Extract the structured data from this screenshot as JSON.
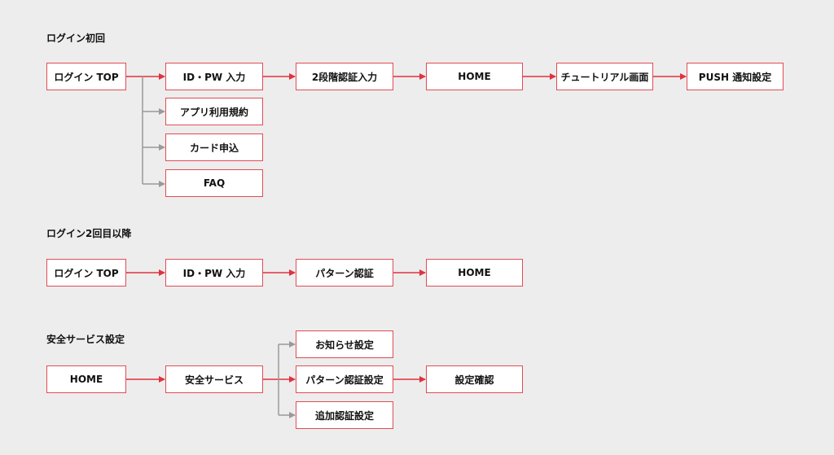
{
  "colors": {
    "background": "#ededed",
    "node_border": "#e34b55",
    "primary_arrow": "#e0323f",
    "branch_arrow": "#9a9a9a"
  },
  "sections": {
    "first_login": {
      "title": "ログイン初回",
      "nodes": {
        "login_top": "ログイン TOP",
        "id_pw": "ID・PW 入力",
        "two_factor": "2段階認証入力",
        "home": "HOME",
        "tutorial": "チュートリアル画面",
        "push": "PUSH 通知設定",
        "app_terms": "アプリ利用規約",
        "card_apply": "カード申込",
        "faq": "FAQ"
      }
    },
    "second_login": {
      "title": "ログイン2回目以降",
      "nodes": {
        "login_top": "ログイン TOP",
        "id_pw": "ID・PW 入力",
        "pattern_auth": "パターン認証",
        "home": "HOME"
      }
    },
    "safety_service": {
      "title": "安全サービス設定",
      "nodes": {
        "home": "HOME",
        "safety_service": "安全サービス",
        "notification": "お知らせ設定",
        "pattern_setting": "パターン認証設定",
        "additional_auth": "追加認証設定",
        "confirm": "設定確認"
      }
    }
  }
}
